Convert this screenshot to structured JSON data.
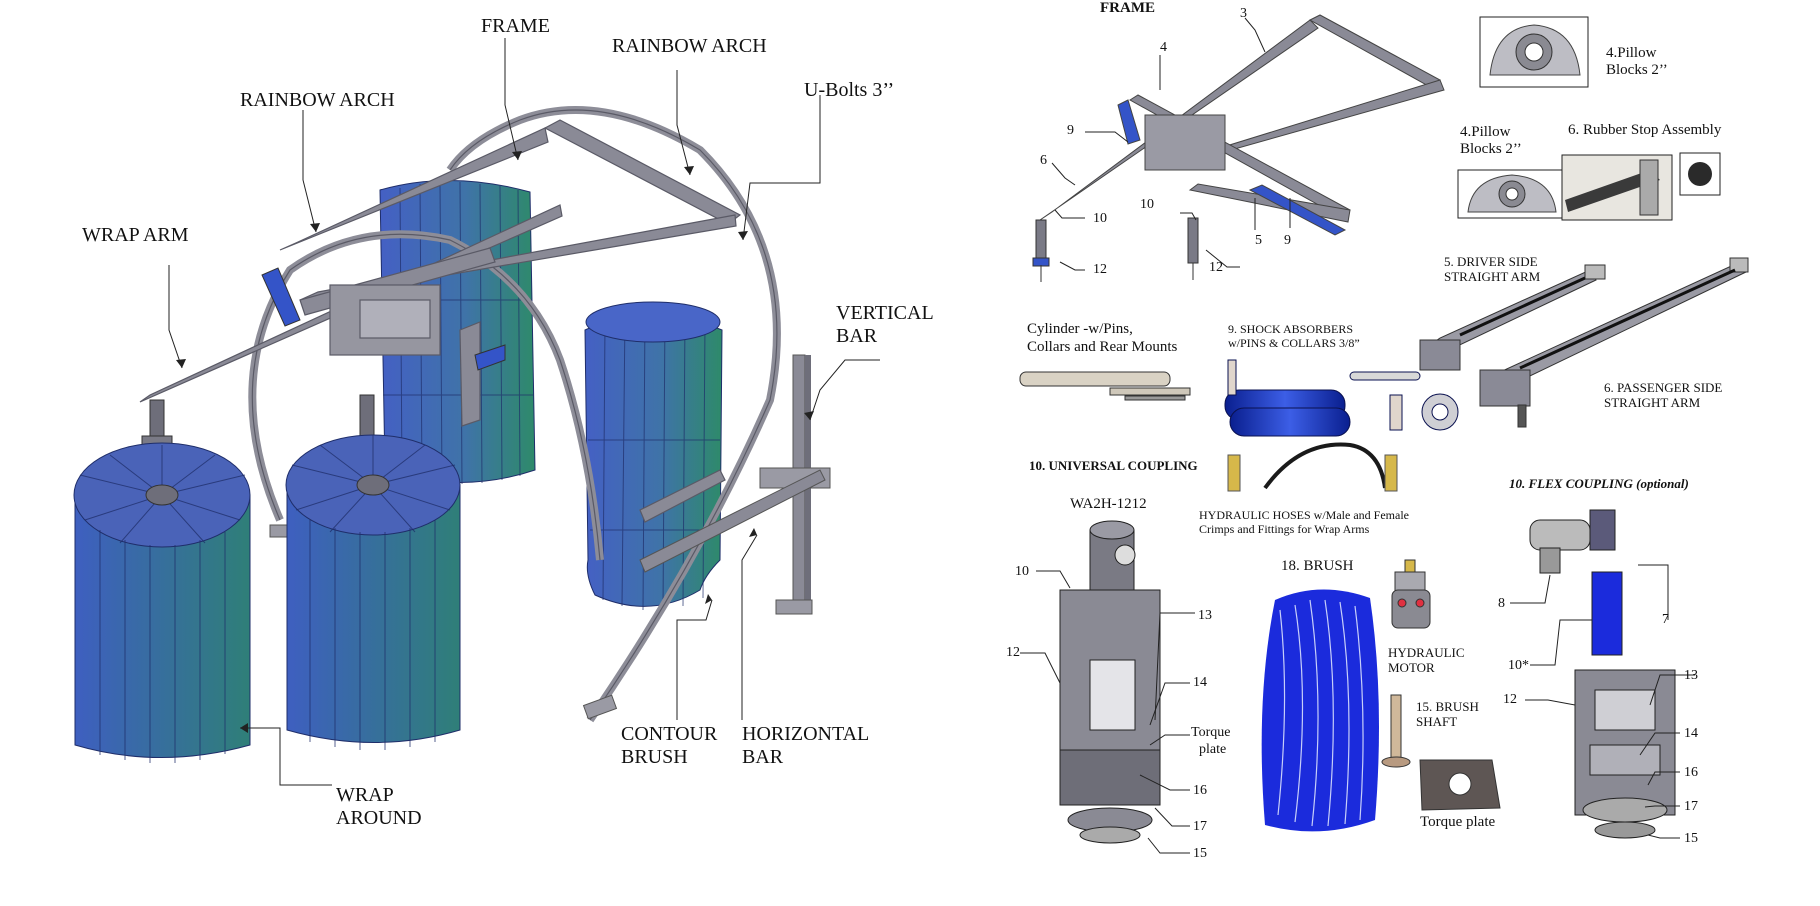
{
  "colors": {
    "frame_gray": "#8a8a96",
    "brush_blue": "#4a63b8",
    "brush_green": "#2e8a6a",
    "accent_blue": "#3454c8",
    "bright_blue": "#1b2bdc",
    "joint_red": "#c0405a"
  },
  "left_labels": {
    "frame": "FRAME",
    "rainbow_arch_top": "RAINBOW ARCH",
    "rainbow_arch_left": "RAINBOW ARCH",
    "u_bolts": "U-Bolts 3’’",
    "wrap_arm": "WRAP  ARM",
    "vertical_bar_1": "VERTICAL",
    "vertical_bar_2": "BAR",
    "contour_brush_1": "CONTOUR",
    "contour_brush_2": "BRUSH",
    "horizontal_bar_1": "HORIZONTAL",
    "horizontal_bar_2": "BAR",
    "wrap_around_1": "WRAP",
    "wrap_around_2": "AROUND"
  },
  "right_labels": {
    "frame_title": "FRAME",
    "n3": "3",
    "n4": "4",
    "n9a": "9",
    "n6": "6",
    "n10a": "10",
    "n12a": "12",
    "n10b": "10",
    "n12b": "12",
    "n5": "5",
    "n9b": "9",
    "pillow_top_1": "4.Pillow",
    "pillow_top_2": "Blocks 2’’",
    "pillow_left_1": "4.Pillow",
    "pillow_left_2": "Blocks 2’’",
    "rubber_stop": "6. Rubber Stop Assembly",
    "driver_arm_1": "5. DRIVER SIDE",
    "driver_arm_2": "STRAIGHT ARM",
    "passenger_arm_1": "6. PASSENGER SIDE",
    "passenger_arm_2": "STRAIGHT ARM",
    "cylinder_1": "Cylinder -w/Pins,",
    "cylinder_2": "Collars and Rear Mounts",
    "shock_1": "9. SHOCK ABSORBERS",
    "shock_2": "w/PINS & COLLARS 3/8”",
    "universal_coupling": "10. UNIVERSAL COUPLING",
    "flex_coupling": "10. FLEX  COUPLING (optional)",
    "part_number": "WA2H-1212",
    "hoses_1": "HYDRAULIC HOSES w/Male and Female",
    "hoses_2": " Crimps and Fittings for Wrap Arms",
    "brush": "18. BRUSH",
    "motor_1": "HYDRAULIC",
    "motor_2": "MOTOR",
    "shaft_1": "15. BRUSH",
    "shaft_2": "SHAFT",
    "torque_plate_right": "Torque plate",
    "uc_10": "10",
    "uc_12": "12",
    "uc_13": "13",
    "uc_14": "14",
    "uc_torque_1": "Torque",
    "uc_torque_2": "plate",
    "uc_16": "16",
    "uc_17": "17",
    "uc_15": "15",
    "fc_8": "8",
    "fc_7": "7",
    "fc_10": "10*",
    "fc_13": "13",
    "fc_12": "12",
    "fc_14": "14",
    "fc_16": "16",
    "fc_17": "17",
    "fc_15": "15"
  }
}
